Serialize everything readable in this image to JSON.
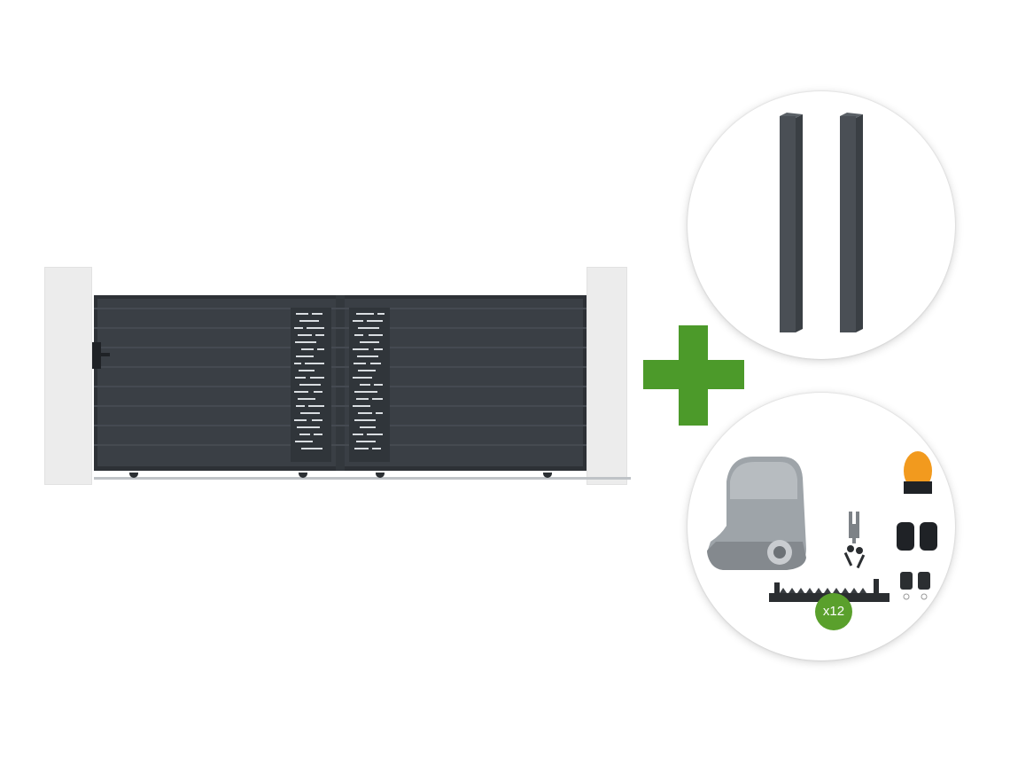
{
  "product": {
    "gate_color": "#3a3f45",
    "pillar_color": "#ececec",
    "accent_color": "#4c9a2a"
  },
  "kit": {
    "rack_quantity_label": "x12"
  },
  "icons": [
    "gate-image",
    "plus-icon",
    "posts-image",
    "motor-kit-image"
  ]
}
